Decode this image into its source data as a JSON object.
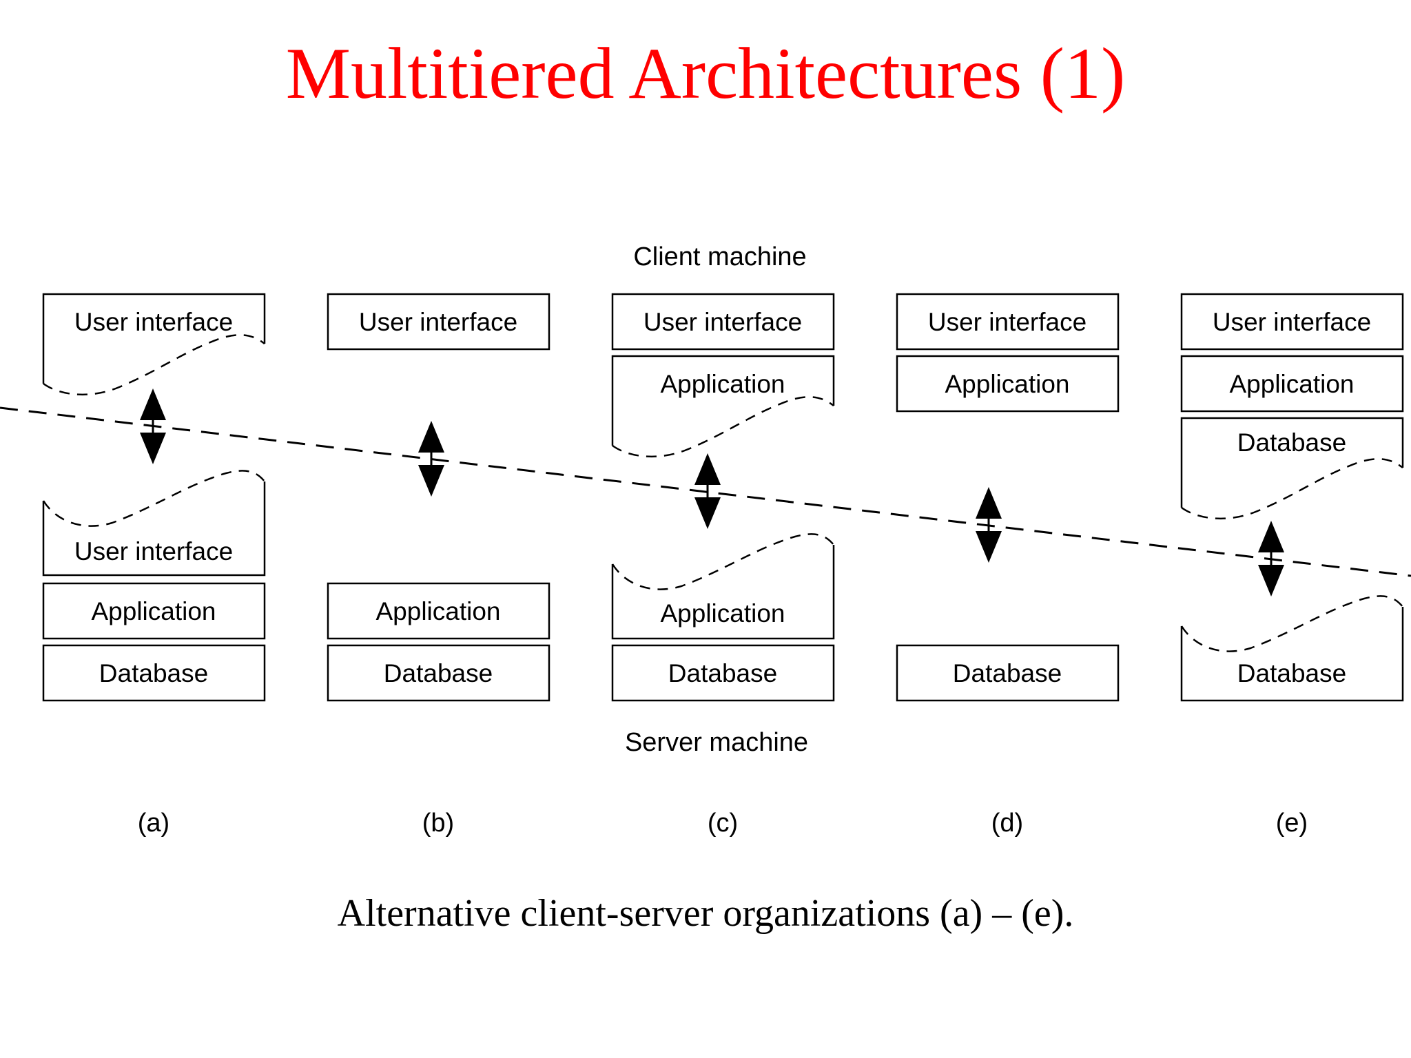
{
  "title": "Multitiered Architectures (1)",
  "caption": "Alternative client-server organizations (a) – (e).",
  "machine_labels": {
    "client": "Client machine",
    "server": "Server machine"
  },
  "colors": {
    "title_red": "#ff0000",
    "diagram_ink": "#000000",
    "background": "#ffffff"
  },
  "columns": [
    {
      "label": "(a)",
      "client_boxes": [
        {
          "text": "User interface"
        }
      ],
      "server_boxes": [
        {
          "text": "User interface"
        },
        {
          "text": "Application"
        },
        {
          "text": "Database"
        }
      ]
    },
    {
      "label": "(b)",
      "client_boxes": [
        {
          "text": "User interface"
        }
      ],
      "server_boxes": [
        {
          "text": "Application"
        },
        {
          "text": "Database"
        }
      ]
    },
    {
      "label": "(c)",
      "client_boxes": [
        {
          "text": "User interface"
        },
        {
          "text": "Application"
        }
      ],
      "server_boxes": [
        {
          "text": "Application"
        },
        {
          "text": "Database"
        }
      ]
    },
    {
      "label": "(d)",
      "client_boxes": [
        {
          "text": "User interface"
        },
        {
          "text": "Application"
        }
      ],
      "server_boxes": [
        {
          "text": "Database"
        }
      ]
    },
    {
      "label": "(e)",
      "client_boxes": [
        {
          "text": "User interface"
        },
        {
          "text": "Application"
        },
        {
          "text": "Database"
        }
      ],
      "server_boxes": [
        {
          "text": "Database"
        }
      ]
    }
  ]
}
